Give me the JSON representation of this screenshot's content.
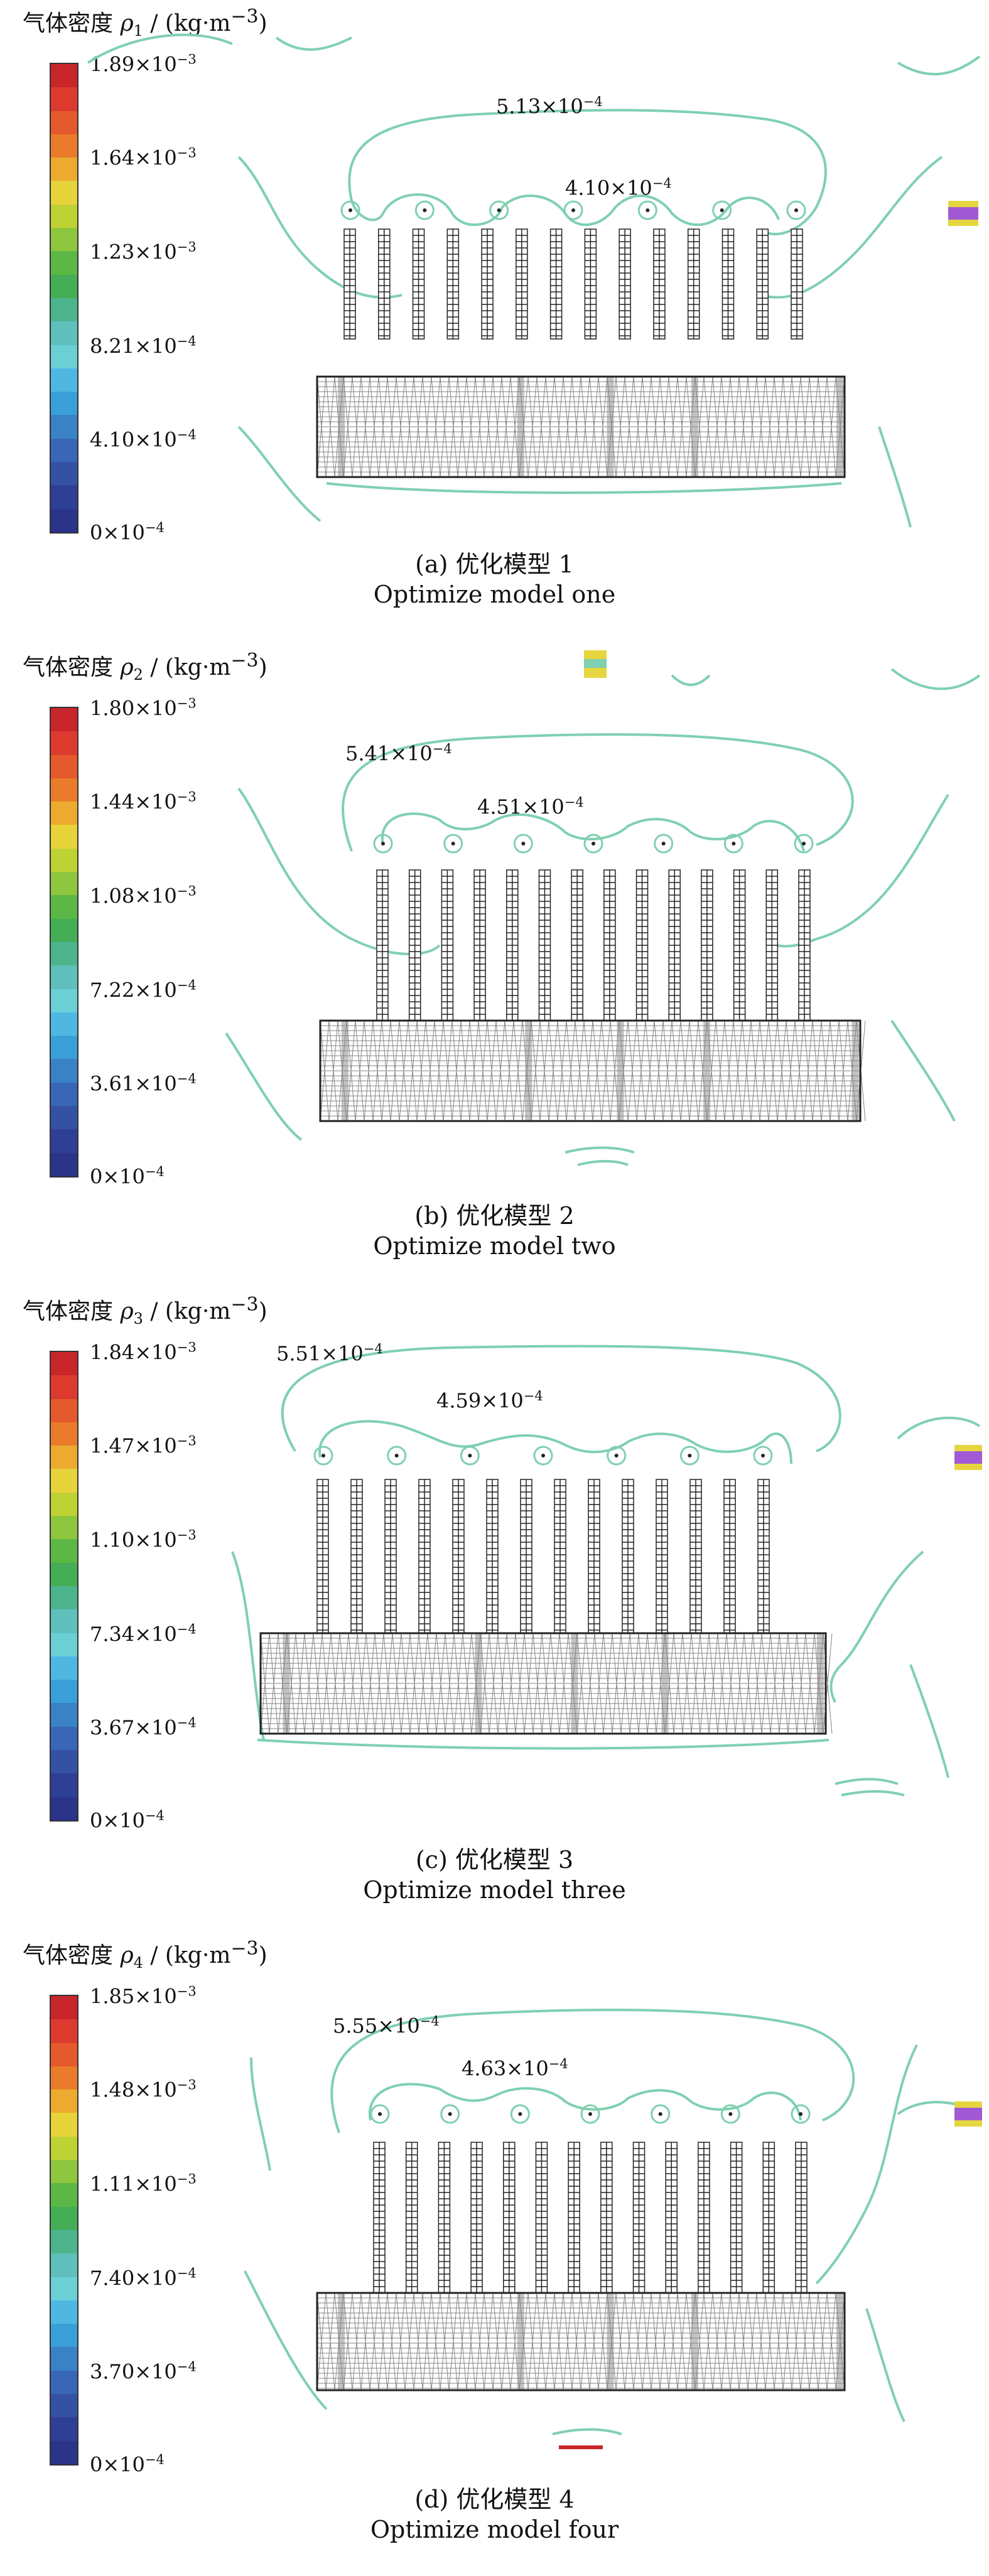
{
  "colorbar_colors": [
    "#c8262a",
    "#dc3a2f",
    "#e4592d",
    "#ea7b2a",
    "#ecaa31",
    "#e6d43a",
    "#bfd233",
    "#8ec63d",
    "#5cb845",
    "#45ad56",
    "#4cb58d",
    "#5fc0bb",
    "#6ad0d6",
    "#4fb8e2",
    "#3b9fd8",
    "#3a82c8",
    "#3966b6",
    "#3551a6",
    "#2f3f95",
    "#2b3489"
  ],
  "contour_color": "#7fd0b0",
  "mesh_color": "#222222",
  "panels": [
    {
      "legend_prefix": "气体密度 ",
      "rho": "ρ",
      "rho_sub": "1",
      "legend_unit": " / (kg·m",
      "legend_unit_sup": "−3",
      "legend_close": ")",
      "ticks": [
        {
          "mant": "1.89×10",
          "exp": "−3",
          "frac": 0.0
        },
        {
          "mant": "1.64×10",
          "exp": "−3",
          "frac": 0.2
        },
        {
          "mant": "1.23×10",
          "exp": "−3",
          "frac": 0.4
        },
        {
          "mant": "8.21×10",
          "exp": "−4",
          "frac": 0.6
        },
        {
          "mant": "4.10×10",
          "exp": "−4",
          "frac": 0.8
        },
        {
          "mant": "0×10",
          "exp": "−4",
          "frac": 1.0
        }
      ],
      "annot_outer": {
        "mant": "5.13×10",
        "exp": "−4"
      },
      "annot_inner": {
        "mant": "4.10×10",
        "exp": "−4"
      },
      "caption_cn": "(a) 优化模型 1",
      "caption_en": "Optimize model one"
    },
    {
      "legend_prefix": "气体密度 ",
      "rho": "ρ",
      "rho_sub": "2",
      "legend_unit": " / (kg·m",
      "legend_unit_sup": "−3",
      "legend_close": ")",
      "ticks": [
        {
          "mant": "1.80×10",
          "exp": "−3",
          "frac": 0.0
        },
        {
          "mant": "1.44×10",
          "exp": "−3",
          "frac": 0.2
        },
        {
          "mant": "1.08×10",
          "exp": "−3",
          "frac": 0.4
        },
        {
          "mant": "7.22×10",
          "exp": "−4",
          "frac": 0.6
        },
        {
          "mant": "3.61×10",
          "exp": "−4",
          "frac": 0.8
        },
        {
          "mant": "0×10",
          "exp": "−4",
          "frac": 1.0
        }
      ],
      "annot_outer": {
        "mant": "5.41×10",
        "exp": "−4"
      },
      "annot_inner": {
        "mant": "4.51×10",
        "exp": "−4"
      },
      "caption_cn": "(b) 优化模型 2",
      "caption_en": "Optimize model two"
    },
    {
      "legend_prefix": "气体密度 ",
      "rho": "ρ",
      "rho_sub": "3",
      "legend_unit": " / (kg·m",
      "legend_unit_sup": "−3",
      "legend_close": ")",
      "ticks": [
        {
          "mant": "1.84×10",
          "exp": "−3",
          "frac": 0.0
        },
        {
          "mant": "1.47×10",
          "exp": "−3",
          "frac": 0.2
        },
        {
          "mant": "1.10×10",
          "exp": "−3",
          "frac": 0.4
        },
        {
          "mant": "7.34×10",
          "exp": "−4",
          "frac": 0.6
        },
        {
          "mant": "3.67×10",
          "exp": "−4",
          "frac": 0.8
        },
        {
          "mant": "0×10",
          "exp": "−4",
          "frac": 1.0
        }
      ],
      "annot_outer": {
        "mant": "5.51×10",
        "exp": "−4"
      },
      "annot_inner": {
        "mant": "4.59×10",
        "exp": "−4"
      },
      "caption_cn": "(c) 优化模型 3",
      "caption_en": "Optimize model three"
    },
    {
      "legend_prefix": "气体密度 ",
      "rho": "ρ",
      "rho_sub": "4",
      "legend_unit": " / (kg·m",
      "legend_unit_sup": "−3",
      "legend_close": ")",
      "ticks": [
        {
          "mant": "1.85×10",
          "exp": "−3",
          "frac": 0.0
        },
        {
          "mant": "1.48×10",
          "exp": "−3",
          "frac": 0.2
        },
        {
          "mant": "1.11×10",
          "exp": "−3",
          "frac": 0.4
        },
        {
          "mant": "7.40×10",
          "exp": "−4",
          "frac": 0.6
        },
        {
          "mant": "3.70×10",
          "exp": "−4",
          "frac": 0.8
        },
        {
          "mant": "0×10",
          "exp": "−4",
          "frac": 1.0
        }
      ],
      "annot_outer": {
        "mant": "5.55×10",
        "exp": "−4"
      },
      "annot_inner": {
        "mant": "4.63×10",
        "exp": "−4"
      },
      "caption_cn": "(d) 优化模型 4",
      "caption_en": "Optimize model four"
    }
  ]
}
